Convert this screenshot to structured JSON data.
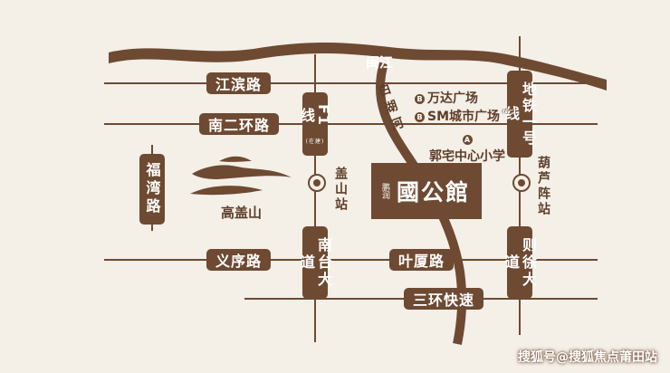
{
  "colors": {
    "background": "#f4efe7",
    "road": "#6e4a32",
    "river": "#6e4a32",
    "text": "#5d3e2a"
  },
  "rivers": {
    "minjiang": "闽江",
    "baihu": "白湖河"
  },
  "roads": {
    "jiangbin": "江滨路",
    "nanerhuan": "南二环路",
    "fuwan": "福湾路",
    "yixu": "义序路",
    "yexia": "叶厦路",
    "sanhuan": "三环快速",
    "nantai": "南台大道",
    "zexu": "则徐大道"
  },
  "metro": {
    "f1": "F1线",
    "f1_note": "(在建)",
    "line1": "地铁一号线",
    "gaishan_station": "盖山站",
    "hulu_station": "葫芦阵站"
  },
  "pois": {
    "wanda": "万达广场",
    "sm": "SM城市广场",
    "sm_note": "(在建)",
    "school": "郭宅中心小学",
    "mountain": "高盖山"
  },
  "project": {
    "brand": "鹏润",
    "name": "國公館",
    "tag": ""
  },
  "watermark": "搜狐号@搜狐焦点莆田站"
}
